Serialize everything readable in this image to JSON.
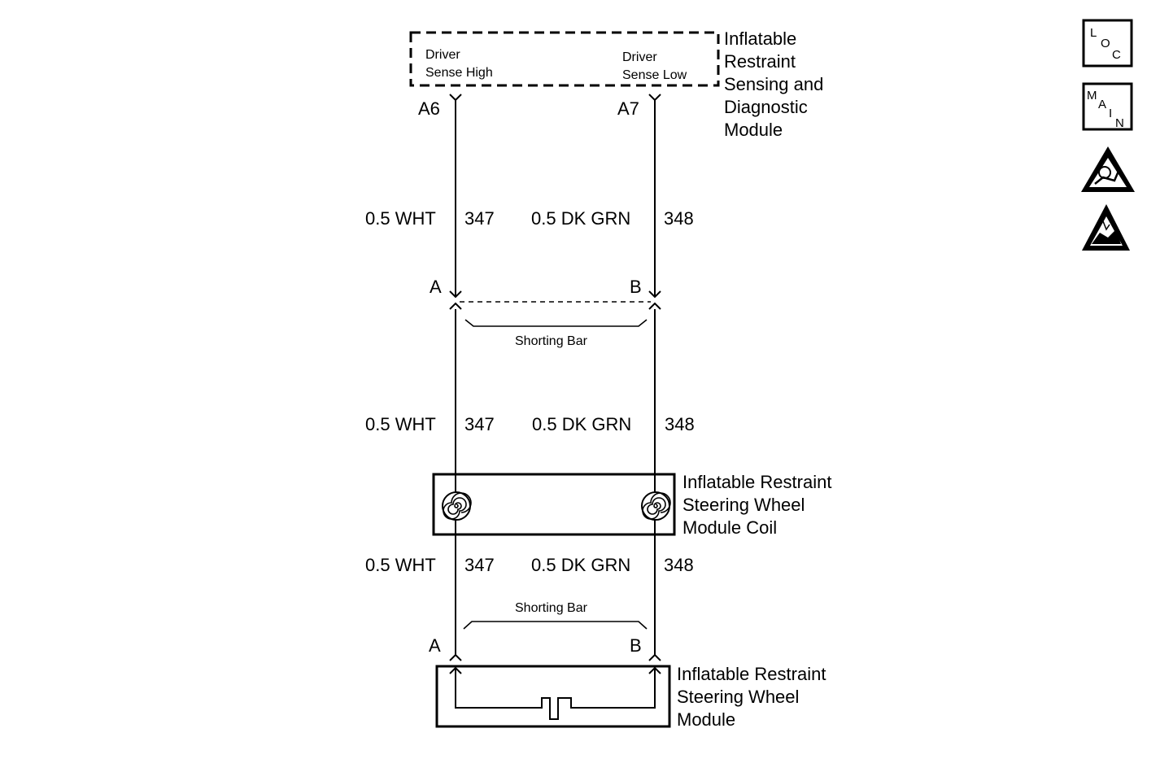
{
  "module_top": {
    "title_lines": [
      "Inflatable",
      "Restraint",
      "Sensing and",
      "Diagnostic",
      "Module"
    ],
    "left_sense": [
      "Driver",
      "Sense High"
    ],
    "right_sense": [
      "Driver",
      "Sense Low"
    ],
    "left_pin": "A6",
    "right_pin": "A7"
  },
  "wires": [
    {
      "left_label": "0.5 WHT",
      "left_circuit": "347",
      "right_label": "0.5 DK GRN",
      "right_circuit": "348"
    },
    {
      "left_label": "0.5 WHT",
      "left_circuit": "347",
      "right_label": "0.5 DK GRN",
      "right_circuit": "348"
    },
    {
      "left_label": "0.5 WHT",
      "left_circuit": "347",
      "right_label": "0.5 DK GRN",
      "right_circuit": "348"
    }
  ],
  "connector_upper": {
    "left_pin": "A",
    "right_pin": "B",
    "shorting_bar": "Shorting Bar"
  },
  "connector_lower": {
    "left_pin": "A",
    "right_pin": "B",
    "shorting_bar": "Shorting Bar"
  },
  "coil": {
    "title_lines": [
      "Inflatable Restraint",
      "Steering Wheel",
      "Module Coil"
    ]
  },
  "steering_module": {
    "title_lines": [
      "Inflatable Restraint",
      "Steering Wheel",
      "Module"
    ]
  },
  "icons": {
    "loc": [
      "L",
      "O",
      "C"
    ],
    "main": [
      "M",
      "A",
      "I",
      "N"
    ],
    "airbag_warning": "airbag-warning-icon",
    "esd_warning": "esd-warning-icon"
  }
}
